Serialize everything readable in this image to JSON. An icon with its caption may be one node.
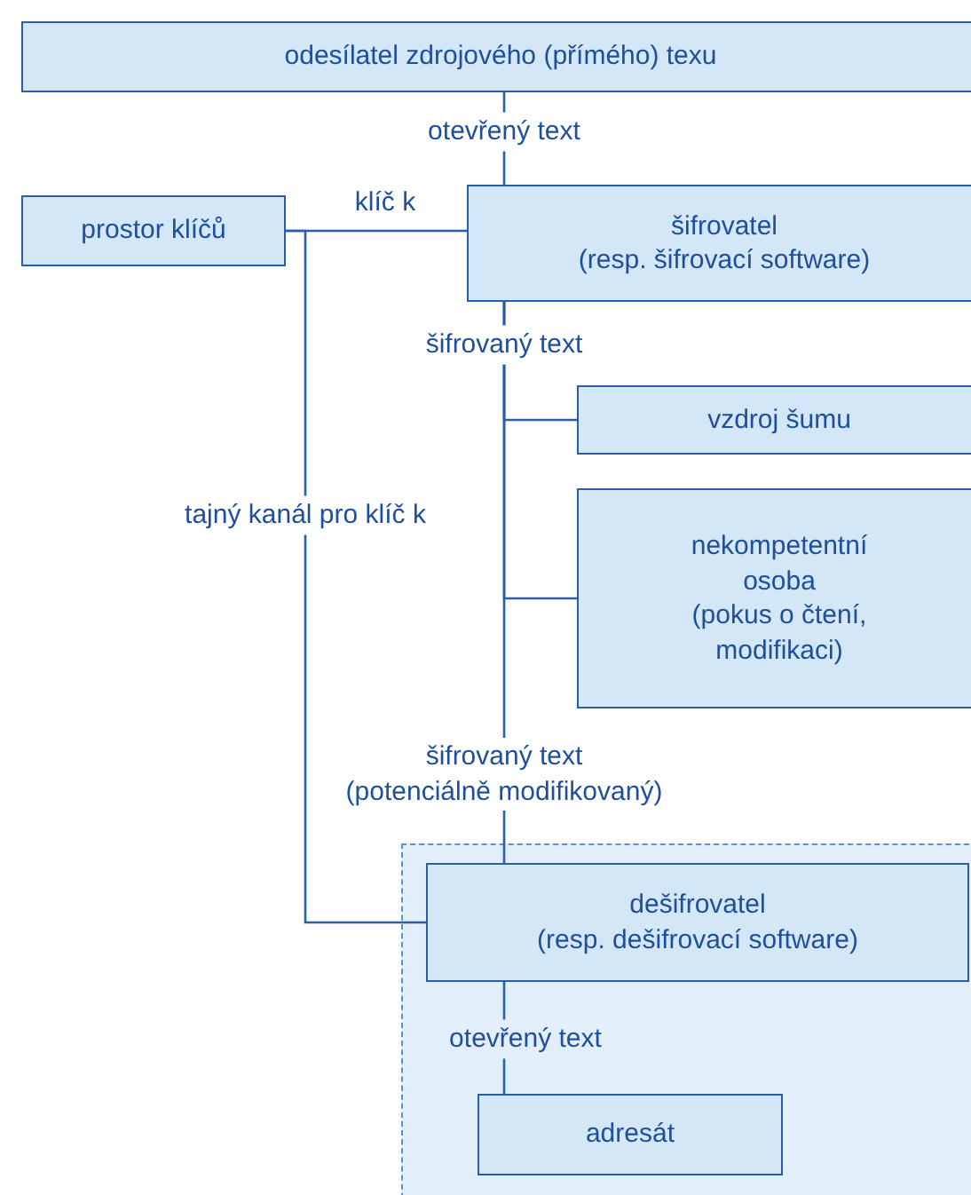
{
  "diagram": {
    "nodes": [
      {
        "text": [
          "odesílatel zdrojového (přímého) texu"
        ]
      },
      {
        "text": [
          "prostor klíčů"
        ]
      },
      {
        "text": [
          "šifrovatel (resp. šifrovací software)"
        ]
      },
      {
        "text": [
          "vzdroj šumu"
        ]
      },
      {
        "text": [
          "nekompetentní osoba (pokus o čtení, modifikaci)"
        ]
      },
      {
        "text": [],
        "shape": "box"
      },
      {
        "text": [
          "dešifrovatel (resp. dešifrovací software)"
        ],
        "in": 5
      },
      {
        "text": [
          "adresát"
        ],
        "in": 5
      }
    ],
    "edges": [
      {
        "from": 0,
        "to": 2,
        "arrow": "none",
        "label": "otevřený text"
      },
      {
        "from": 1,
        "to": 2,
        "arrow": "none",
        "label": "klíč k"
      },
      {
        "from": 1,
        "to": 6,
        "arrow": "none",
        "label": "tajný kanál pro klíč k"
      },
      {
        "from": 2,
        "to": 3,
        "arrow": "none",
        "label": "šifrovaný text"
      },
      {
        "from": 2,
        "to": 4,
        "arrow": "none"
      },
      {
        "from": 2,
        "to": 6,
        "arrow": "none",
        "label": "šifrovaný text (potenciálně modifikovaný)"
      },
      {
        "from": 6,
        "to": 7,
        "arrow": "none",
        "label": "otevřený text"
      }
    ]
  }
}
